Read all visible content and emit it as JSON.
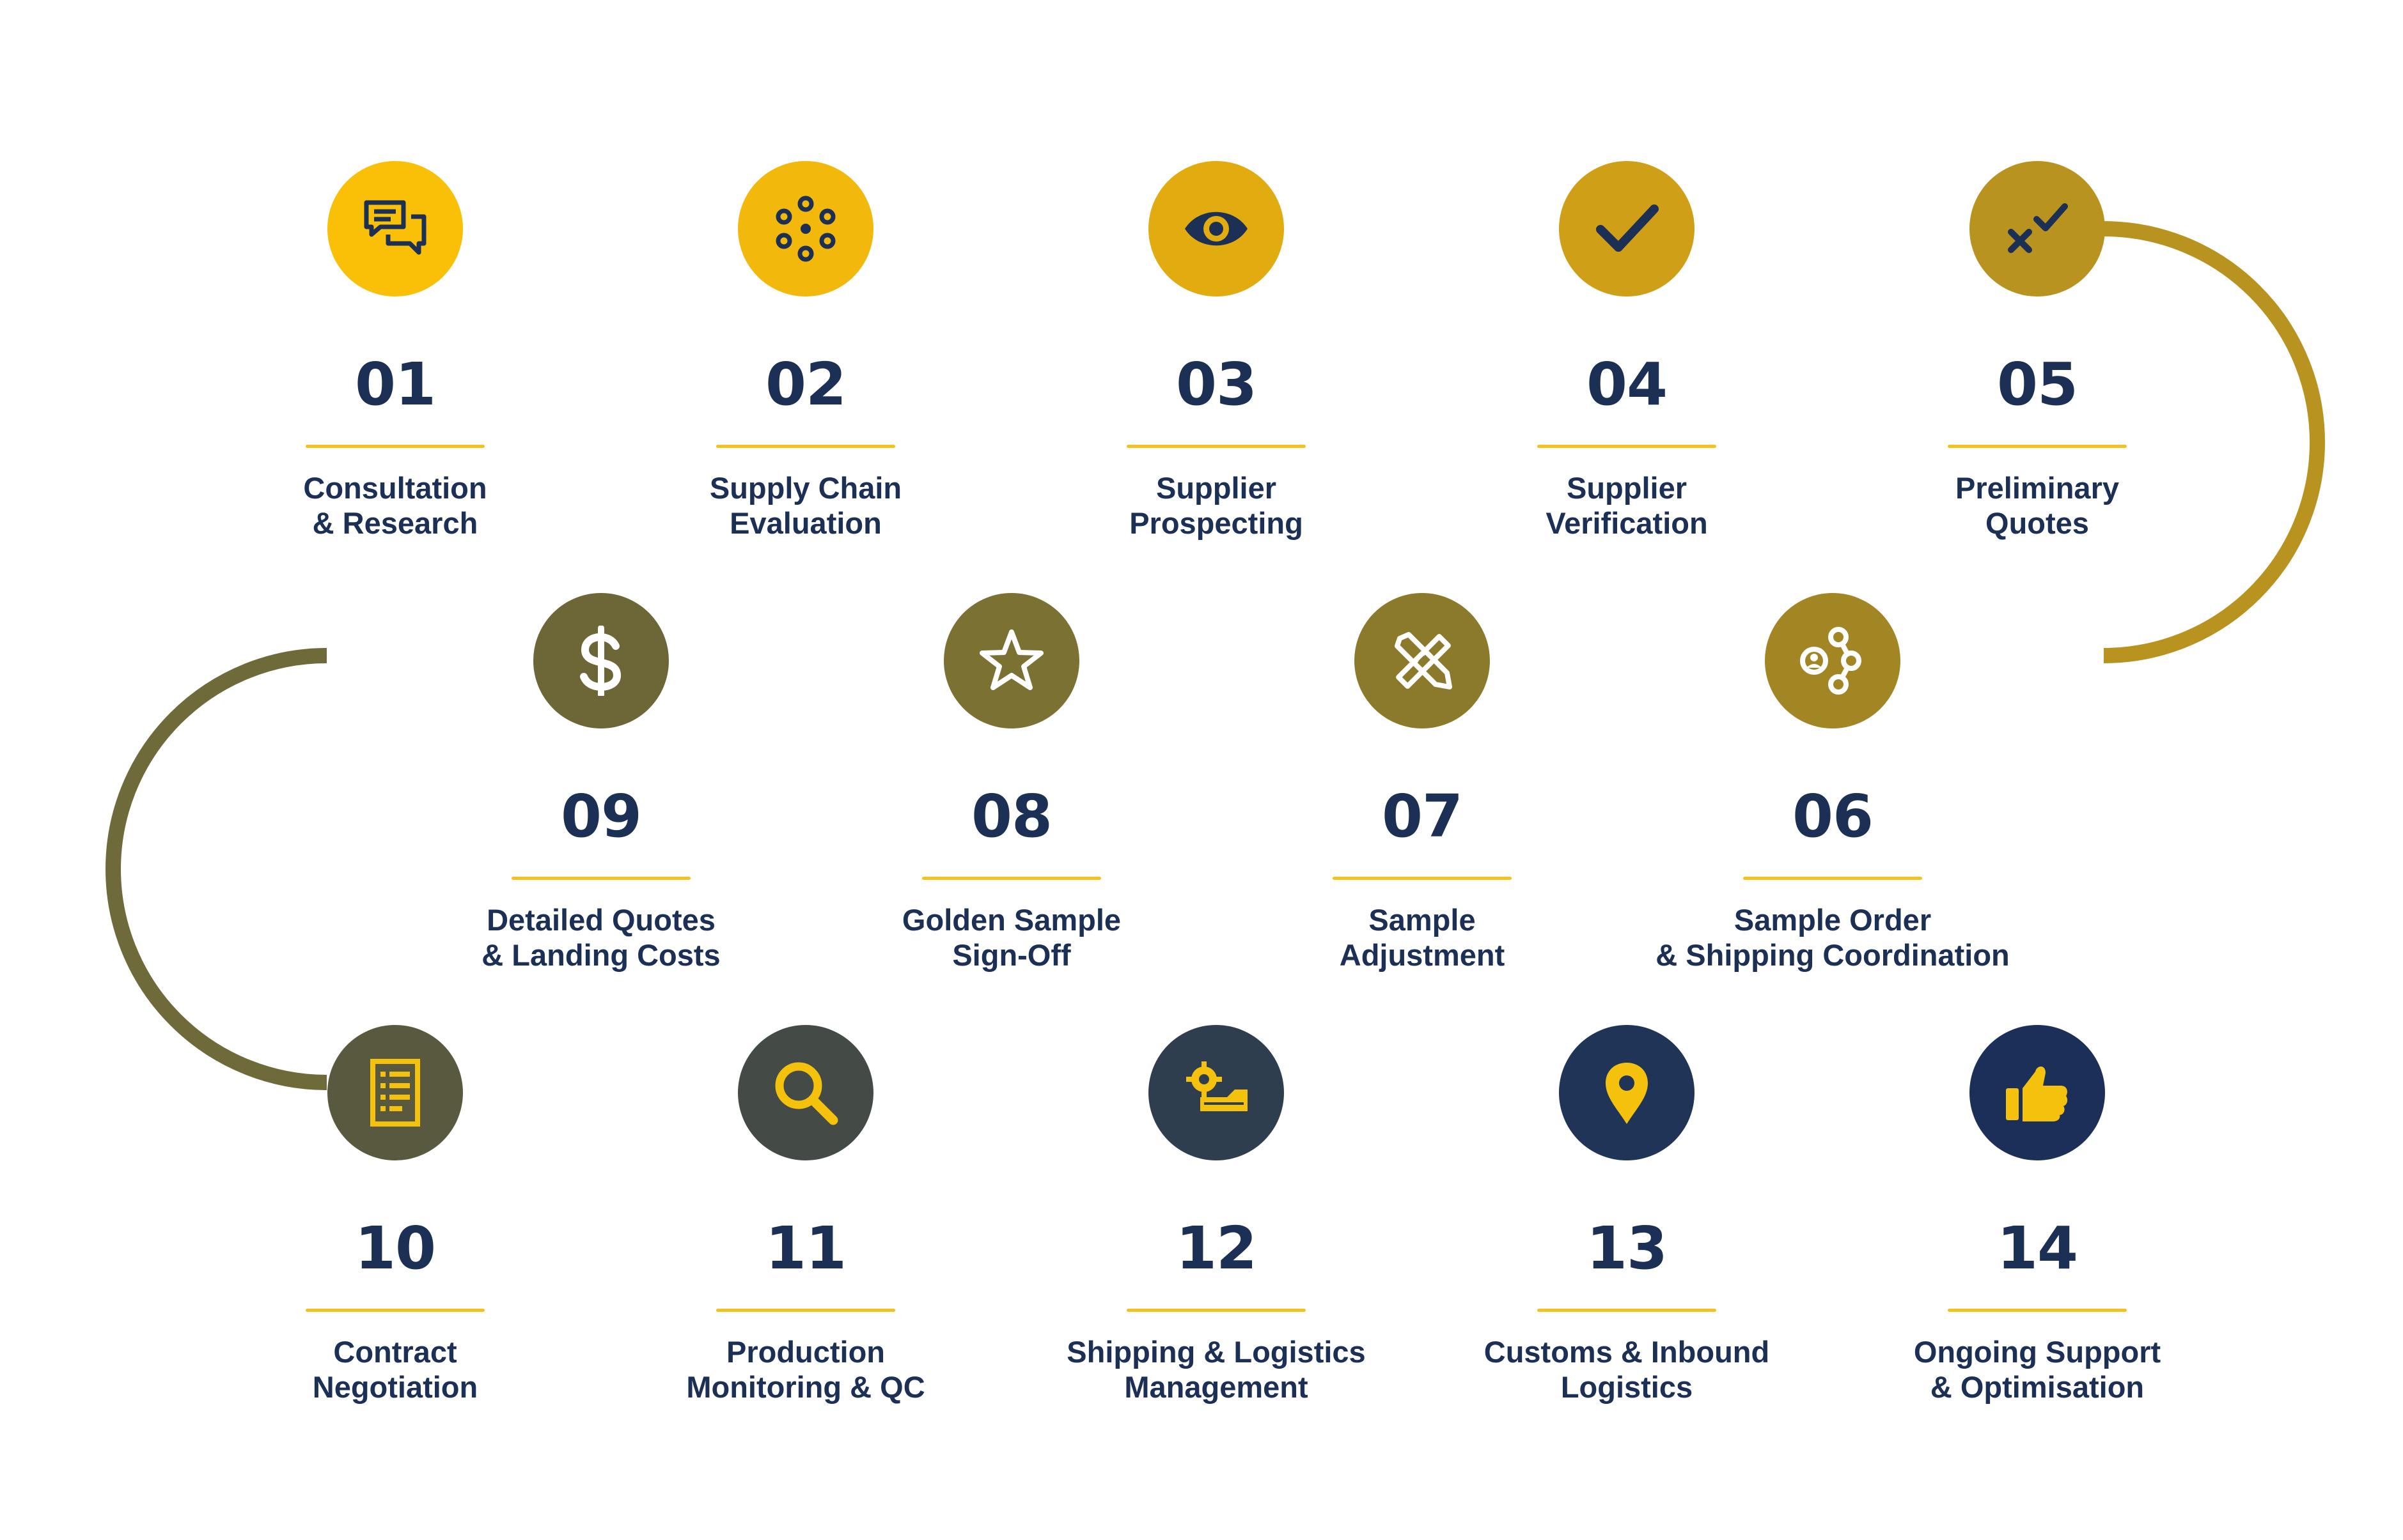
{
  "colors": {
    "text": "#1c2f55",
    "accent_rule": "#f3c21d",
    "track_start": "#f6c10c",
    "track_mid": "#b8931f",
    "track_olive": "#6f6a3a",
    "track_end": "#1d3258"
  },
  "steps": [
    {
      "number": "01",
      "line1": "Consultation",
      "line2": "& Research",
      "icon": "chat-bubbles-icon",
      "fill": "#f9c007",
      "iconColor": "#1c2f55"
    },
    {
      "number": "02",
      "line1": "Supply Chain",
      "line2": "Evaluation",
      "icon": "network-circle-icon",
      "fill": "#f3b80c",
      "iconColor": "#1c2f55"
    },
    {
      "number": "03",
      "line1": "Supplier",
      "line2": "Prospecting",
      "icon": "eye-icon",
      "fill": "#e2ab10",
      "iconColor": "#1c2f55"
    },
    {
      "number": "04",
      "line1": "Supplier",
      "line2": "Verification",
      "icon": "checkmark-icon",
      "fill": "#cfa017",
      "iconColor": "#1c2f55"
    },
    {
      "number": "05",
      "line1": "Preliminary",
      "line2": "Quotes",
      "icon": "x-and-check-icon",
      "fill": "#b8931f",
      "iconColor": "#1c2f55"
    },
    {
      "number": "06",
      "line1": "Sample Order",
      "line2": "& Shipping Coordination",
      "icon": "connected-nodes-icon",
      "fill": "#a28624",
      "iconColor": "#ffffff"
    },
    {
      "number": "07",
      "line1": "Sample",
      "line2": "Adjustment",
      "icon": "ruler-pencil-icon",
      "fill": "#8b7a2c",
      "iconColor": "#ffffff"
    },
    {
      "number": "08",
      "line1": "Golden Sample",
      "line2": "Sign-Off",
      "icon": "star-icon",
      "fill": "#7b7132",
      "iconColor": "#ffffff"
    },
    {
      "number": "09",
      "line1": "Detailed Quotes",
      "line2": "& Landing Costs",
      "icon": "dollar-icon",
      "fill": "#6d6737",
      "iconColor": "#ffffff"
    },
    {
      "number": "10",
      "line1": "Contract",
      "line2": "Negotiation",
      "icon": "document-list-icon",
      "fill": "#595940",
      "iconColor": "#f4c20d"
    },
    {
      "number": "11",
      "line1": "Production",
      "line2": "Monitoring & QC",
      "icon": "magnifier-icon",
      "fill": "#444b47",
      "iconColor": "#f4c20d"
    },
    {
      "number": "12",
      "line1": "Shipping & Logistics",
      "line2": "Management",
      "icon": "gear-truck-icon",
      "fill": "#2f3e4f",
      "iconColor": "#f4c20d"
    },
    {
      "number": "13",
      "line1": "Customs & Inbound",
      "line2": "Logistics",
      "icon": "location-pin-icon",
      "fill": "#1f3457",
      "iconColor": "#f4c20d"
    },
    {
      "number": "14",
      "line1": "Ongoing Support",
      "line2": "& Optimisation",
      "icon": "thumbs-up-icon",
      "fill": "#1c2f58",
      "iconColor": "#f4c20d"
    }
  ]
}
